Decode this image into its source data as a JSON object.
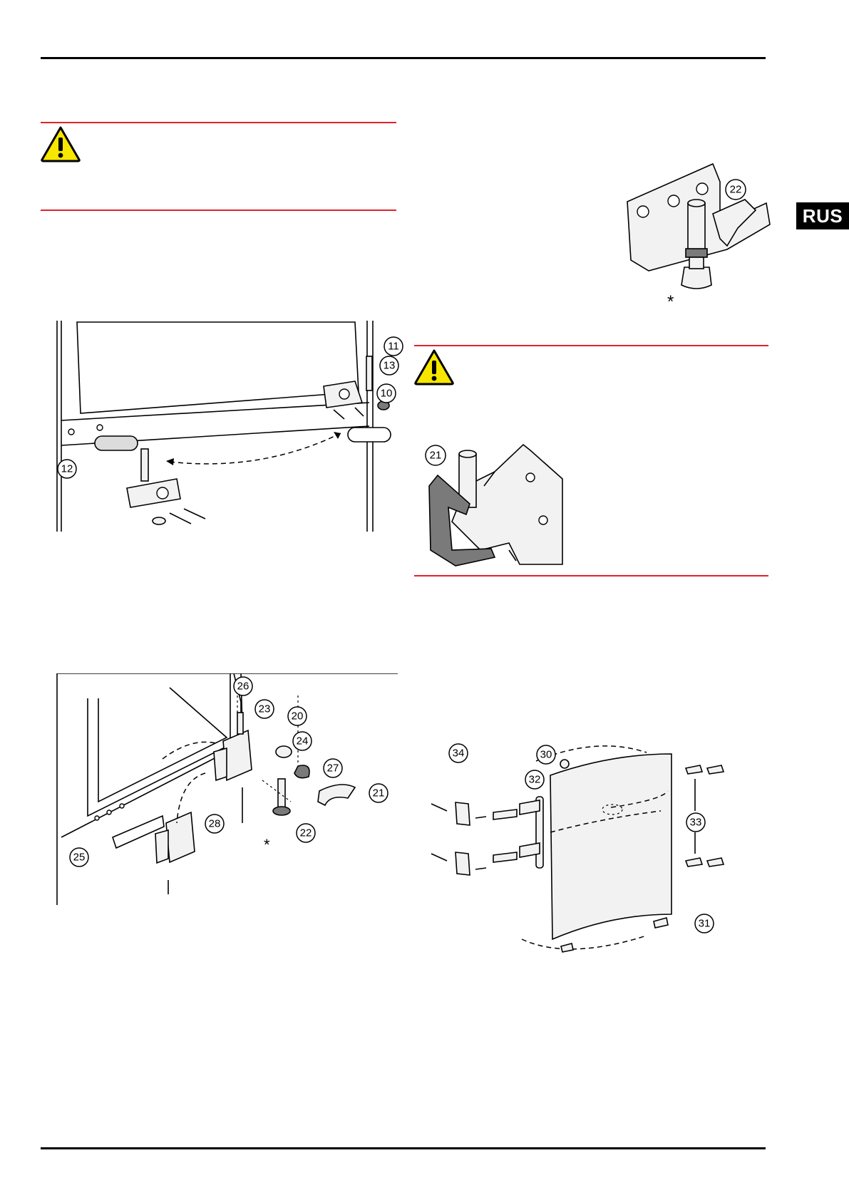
{
  "page": {
    "language_tab": "RUS",
    "asterisk_mark": "*"
  },
  "callouts": {
    "fig_hinge_top": [
      "22"
    ],
    "fig_door_bottom": [
      "11",
      "13",
      "10",
      "12"
    ],
    "fig_hinge_cover": [
      "21"
    ],
    "fig_hinge_exploded": [
      "26",
      "23",
      "20",
      "24",
      "27",
      "21",
      "28",
      "22",
      "25"
    ],
    "fig_door_handle": [
      "34",
      "30",
      "32",
      "33",
      "31"
    ]
  },
  "icons": {
    "warning_1": "warning-triangle-icon",
    "warning_2": "warning-triangle-icon"
  },
  "colors": {
    "warning_rule": "#e0222b",
    "warning_fill": "#f7e600",
    "tab_background": "#000000",
    "tab_text": "#ffffff"
  }
}
